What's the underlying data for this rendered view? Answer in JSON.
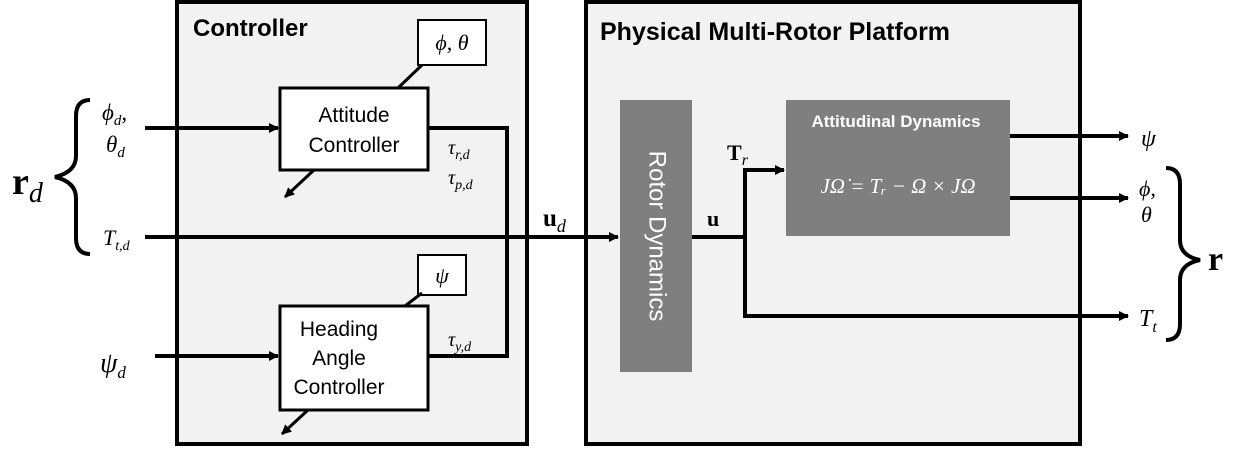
{
  "controller": {
    "title": "Controller",
    "attitude_block": {
      "line1": "Attitude",
      "line2": "Controller"
    },
    "heading_block": {
      "line1": "Heading",
      "line2": "Angle",
      "line3": "Controller"
    },
    "attitude_feedback_tag": "ϕ, θ",
    "heading_feedback_tag": "ψ",
    "tau_r": "τ",
    "tau_r_sub": "r,d",
    "tau_p": "τ",
    "tau_p_sub": "p,d",
    "tau_y": "τ",
    "tau_y_sub": "y,d"
  },
  "platform": {
    "title": "Physical Multi-Rotor Platform",
    "rotor_block": "Rotor Dynamics",
    "attitude_dynamics_title": "Attitudinal Dynamics",
    "attitude_dynamics_eq": "JΩ̇ = Tᵣ − Ω × JΩ",
    "u_label": "u",
    "tr_label": "T",
    "tr_sub": "r"
  },
  "inputs": {
    "rd": "r",
    "rd_sub": "d",
    "phi_d": "ϕ",
    "phi_d_sub": "d",
    "theta_d": "θ",
    "theta_d_sub": "d",
    "tt_d": "T",
    "tt_d_sub": "t,d",
    "psi_d": "ψ",
    "psi_d_sub": "d",
    "ud": "u",
    "ud_sub": "d"
  },
  "outputs": {
    "psi": "ψ",
    "phi": "ϕ,",
    "theta": "θ",
    "tt": "T",
    "tt_sub": "t",
    "r": "r"
  }
}
